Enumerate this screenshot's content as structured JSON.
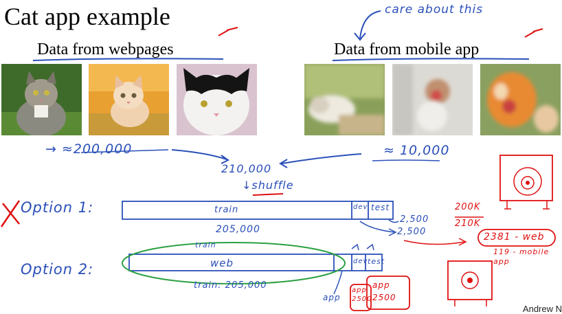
{
  "slide": {
    "title": "Cat app example",
    "heading_web": "Data from webpages",
    "heading_mobile": "Data from mobile app",
    "credit": "Andrew N"
  },
  "photos": {
    "web": [
      "tabby-cat-in-grass",
      "ginger-kitten-in-straw",
      "black-white-cat-face"
    ],
    "mobile": [
      "blurry-white-cat-lying",
      "blurry-yawning-kitten",
      "blurry-orange-cat-yawning"
    ]
  },
  "annotations": {
    "care_about": "care about this",
    "web_count": "→ ≈200,000",
    "mobile_count": "≈ 10,000",
    "total": "210,000",
    "shuffle": "↓shuffle",
    "option1": "Option 1:",
    "option1_train": "train",
    "option1_dev": "dev",
    "option1_test": "test",
    "option1_train_count": "205,000",
    "option1_dev_count": "2,500",
    "option1_test_count": "2,500",
    "option2": "Option 2:",
    "option2_web": "web",
    "option2_train_top": "train",
    "option2_dev": "dev",
    "option2_test": "test",
    "option2_train_count": "train: 205,000",
    "option2_app": "app",
    "option2_dev_box": "app 2500",
    "option2_test_box": "app 2500",
    "ratio_num": "200K",
    "ratio_den": "210K",
    "web_expected": "2381 - web",
    "mobile_expected": "119 - mobile app"
  },
  "colors": {
    "ink_blue": "#2a4fb8",
    "ink_red": "#e01010",
    "ink_green": "#2aa040"
  }
}
